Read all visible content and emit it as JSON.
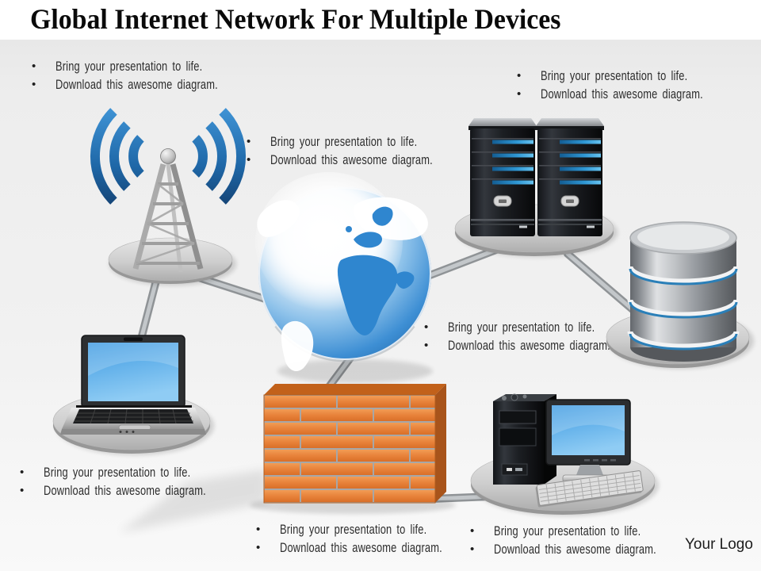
{
  "slide": {
    "title": "Global Internet Network For Multiple Devices",
    "logo_text": "Your Logo"
  },
  "bullets": {
    "line1": "Bring your presentation to life.",
    "line2": "Download this awesome diagram."
  },
  "text_block_positions": [
    "top-left",
    "top-right",
    "center-left-of-globe",
    "center-right",
    "bottom-left",
    "bottom-center",
    "bottom-right"
  ],
  "diagram": {
    "nodes": [
      {
        "id": "wifi-tower",
        "icon": "wifi-tower-icon"
      },
      {
        "id": "globe",
        "icon": "globe-icon"
      },
      {
        "id": "server-rack",
        "icon": "server-rack-icon"
      },
      {
        "id": "database",
        "icon": "database-icon"
      },
      {
        "id": "laptop",
        "icon": "laptop-icon"
      },
      {
        "id": "firewall",
        "icon": "firewall-brick-wall-icon"
      },
      {
        "id": "desktop-computer",
        "icon": "desktop-computer-icon"
      }
    ],
    "connections": [
      [
        "wifi-tower",
        "globe"
      ],
      [
        "wifi-tower",
        "laptop"
      ],
      [
        "globe",
        "server-rack"
      ],
      [
        "server-rack",
        "database"
      ],
      [
        "globe",
        "firewall"
      ],
      [
        "firewall",
        "desktop-computer"
      ]
    ]
  },
  "colors": {
    "title_color": "#0a0a0a",
    "text_color": "#2d2d2d",
    "signal_blue_top": "#3e92d4",
    "signal_blue_bottom": "#133f6f",
    "globe_ocean_blue": "#2f86cf",
    "screen_blue": "#57aee8",
    "brick_orange": "#e8823a",
    "server_black": "#17191c",
    "platform_gray": "#cecece",
    "connector_gray": "#979b9e"
  }
}
